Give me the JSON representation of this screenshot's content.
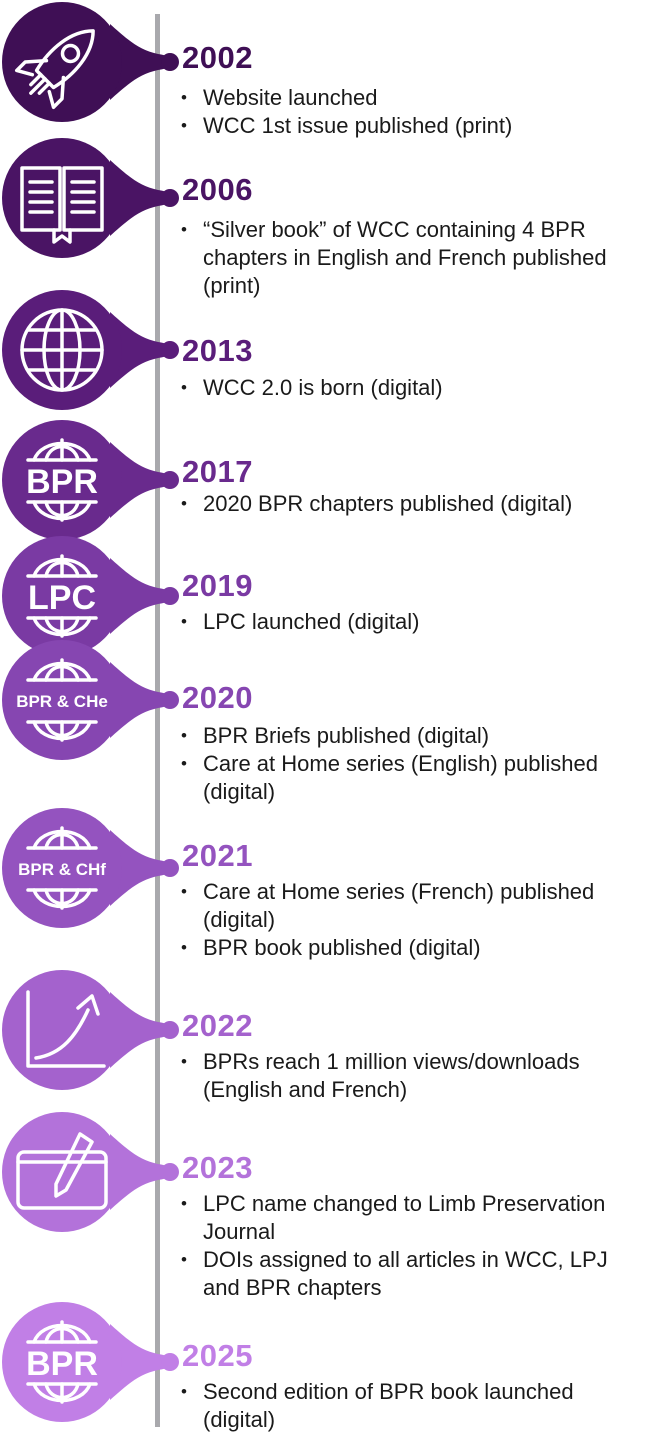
{
  "entries": [
    {
      "year": "2002",
      "icon": "rocket-icon",
      "color": "#3f0f55",
      "items": [
        "Website launched",
        "WCC 1st issue published (print)"
      ]
    },
    {
      "year": "2006",
      "icon": "open-book-icon",
      "color": "#4a1464",
      "items": [
        "“Silver book” of WCC containing 4 BPR chapters in English and French published (print)"
      ]
    },
    {
      "year": "2013",
      "icon": "globe-icon",
      "color": "#5a1d7a",
      "items": [
        "WCC 2.0 is born (digital)"
      ]
    },
    {
      "year": "2017",
      "icon": "globe-bpr-icon",
      "badge_text": "BPR",
      "color": "#692a8d",
      "items": [
        "2020 BPR chapters published (digital)"
      ]
    },
    {
      "year": "2019",
      "icon": "globe-lpc-icon",
      "badge_text": "LPC",
      "color": "#7a3aa3",
      "items": [
        "LPC launched (digital)"
      ]
    },
    {
      "year": "2020",
      "icon": "globe-bpr-che-icon",
      "badge_text": "BPR & CHe",
      "color": "#8646b1",
      "items": [
        "BPR Briefs published (digital)",
        "Care at Home series (English) published (digital)"
      ]
    },
    {
      "year": "2021",
      "icon": "globe-bpr-chf-icon",
      "badge_text": "BPR & CHf",
      "color": "#9453bf",
      "items": [
        "Care at Home series (French) published (digital)",
        "BPR book published (digital)"
      ]
    },
    {
      "year": "2022",
      "icon": "growth-chart-icon",
      "color": "#a462cd",
      "items": [
        "BPRs reach 1 million views/downloads (English and French)"
      ]
    },
    {
      "year": "2023",
      "icon": "tablet-pen-icon",
      "color": "#b372da",
      "items": [
        "LPC name changed to Limb Preservation Journal",
        "DOIs assigned to all articles in WCC, LPJ and BPR chapters"
      ]
    },
    {
      "year": "2025",
      "icon": "globe-bpr-icon",
      "badge_text": "BPR",
      "color": "#c17fe6",
      "items": [
        "Second edition of BPR book launched (digital)"
      ]
    }
  ]
}
